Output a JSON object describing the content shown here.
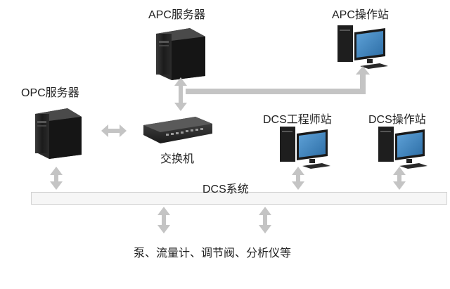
{
  "labels": {
    "apc_server": "APC服务器",
    "apc_station": "APC操作站",
    "opc_server": "OPC服务器",
    "switch": "交换机",
    "dcs_engineer": "DCS工程师站",
    "dcs_operator": "DCS操作站",
    "dcs_system": "DCS系统",
    "field_devices": "泵、流量计、调节阀、分析仪等"
  },
  "colors": {
    "arrow": "#c4c4c4",
    "tower": "#1f1f1f",
    "bus_fill": "#f6f6f6",
    "bus_border": "#d2d2d2",
    "screen": "#3a7fb8"
  },
  "icons": [
    "server-tower-icon",
    "workstation-icon",
    "network-switch-icon",
    "double-arrow-icon"
  ]
}
